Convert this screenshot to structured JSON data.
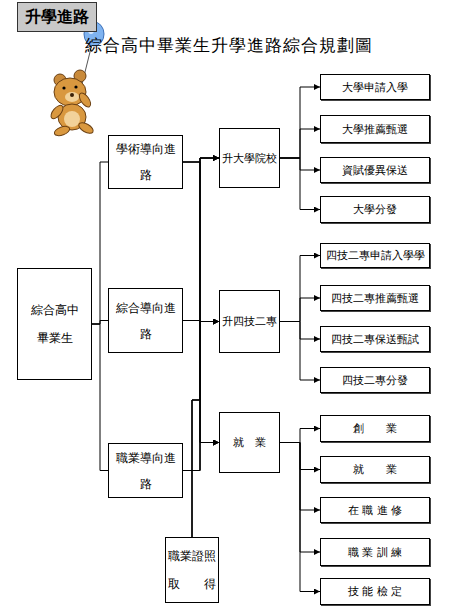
{
  "diagram": {
    "title": "綜合高中畢業生升學進路綜合規劃圖",
    "nodes": [
      {
        "text": [
          "升學進路"
        ]
      },
      {
        "text": [
          "綜合高中畢業生"
        ]
      },
      {
        "text": [
          "學術導向進路"
        ]
      },
      {
        "text": [
          "綜合導向進路"
        ]
      },
      {
        "text": [
          "職業導向進路"
        ]
      },
      {
        "text": [
          "職業證照 取　　得"
        ]
      },
      {
        "text": [
          "升大學院校"
        ]
      },
      {
        "text": [
          "升四技二專"
        ]
      },
      {
        "text": [
          "就　業"
        ]
      },
      {
        "text": [
          "大學申請入學"
        ]
      },
      {
        "text": [
          "大學推薦甄選"
        ]
      },
      {
        "text": [
          "資賦優異保送"
        ]
      },
      {
        "text": [
          "大學分發"
        ]
      },
      {
        "text": [
          "四技二專申請入學學"
        ]
      },
      {
        "text": [
          "四技二專推薦甄選"
        ]
      },
      {
        "text": [
          "四技二專保送甄試"
        ]
      },
      {
        "text": [
          "四技二專分發"
        ]
      },
      {
        "text": [
          "創　　業"
        ]
      },
      {
        "text": [
          "就　　業"
        ]
      },
      {
        "text": [
          "在 職 進 修"
        ]
      },
      {
        "text": [
          "職 業 訓 練"
        ]
      },
      {
        "text": [
          "技 能 檢 定"
        ]
      }
    ],
    "edges": [
      {
        "from": 1,
        "to": 2,
        "arrow": "none"
      },
      {
        "from": 1,
        "to": 3,
        "arrow": "none"
      },
      {
        "from": 1,
        "to": 4,
        "arrow": "none"
      },
      {
        "from": 2,
        "to": 6,
        "arrow": "to"
      },
      {
        "from": 2,
        "to": 7,
        "arrow": "to"
      },
      {
        "from": 2,
        "to": 8,
        "arrow": "to"
      },
      {
        "from": 3,
        "to": 6,
        "arrow": "to"
      },
      {
        "from": 3,
        "to": 7,
        "arrow": "to"
      },
      {
        "from": 3,
        "to": 8,
        "arrow": "to"
      },
      {
        "from": 4,
        "to": 6,
        "arrow": "to"
      },
      {
        "from": 4,
        "to": 7,
        "arrow": "to"
      },
      {
        "from": 4,
        "to": 8,
        "arrow": "to"
      },
      {
        "from": 5,
        "to": 6,
        "arrow": "to"
      },
      {
        "from": 5,
        "to": 7,
        "arrow": "to"
      },
      {
        "from": 5,
        "to": 8,
        "arrow": "to"
      },
      {
        "from": 6,
        "to": 9,
        "arrow": "to"
      },
      {
        "from": 6,
        "to": 10,
        "arrow": "to"
      },
      {
        "from": 6,
        "to": 11,
        "arrow": "to"
      },
      {
        "from": 6,
        "to": 12,
        "arrow": "to"
      },
      {
        "from": 7,
        "to": 13,
        "arrow": "to"
      },
      {
        "from": 7,
        "to": 14,
        "arrow": "to"
      },
      {
        "from": 7,
        "to": 15,
        "arrow": "to"
      },
      {
        "from": 7,
        "to": 16,
        "arrow": "to"
      },
      {
        "from": 8,
        "to": 17,
        "arrow": "to"
      },
      {
        "from": 8,
        "to": 18,
        "arrow": "to"
      },
      {
        "from": 8,
        "to": 19,
        "arrow": "to"
      },
      {
        "from": 8,
        "to": 20,
        "arrow": "to"
      },
      {
        "from": 8,
        "to": 21,
        "arrow": "to"
      }
    ]
  }
}
